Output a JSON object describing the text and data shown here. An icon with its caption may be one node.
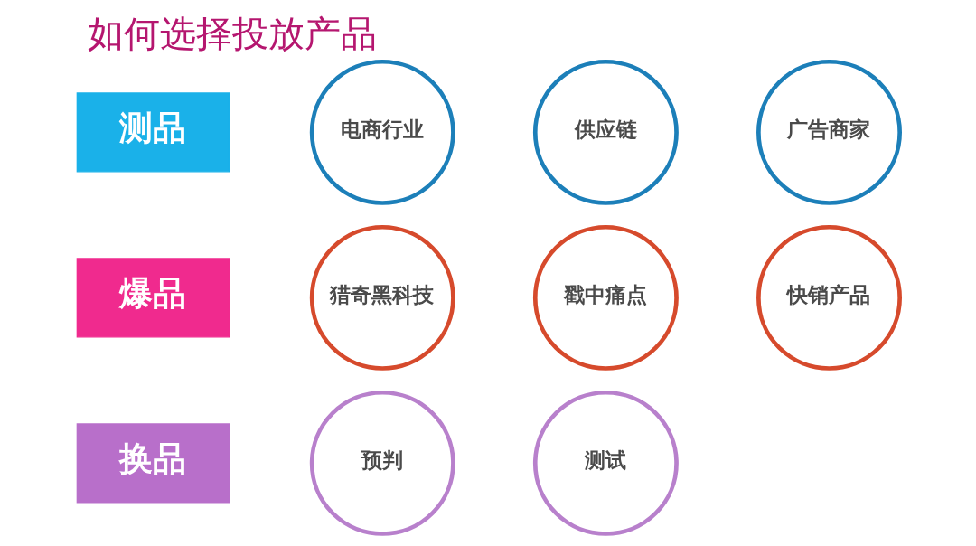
{
  "diagram": {
    "title": "如何选择投放产品",
    "nodes": [
      {
        "text": [
          "测品"
        ]
      },
      {
        "text": [
          "电商行业"
        ]
      },
      {
        "text": [
          "供应链"
        ]
      },
      {
        "text": [
          "广告商家"
        ]
      },
      {
        "text": [
          "爆品"
        ]
      },
      {
        "text": [
          "猎奇黑科技"
        ]
      },
      {
        "text": [
          "戳中痛点"
        ]
      },
      {
        "text": [
          "快销产品"
        ]
      },
      {
        "text": [
          "换品"
        ]
      },
      {
        "text": [
          "预判"
        ]
      },
      {
        "text": [
          "测试"
        ]
      }
    ]
  }
}
